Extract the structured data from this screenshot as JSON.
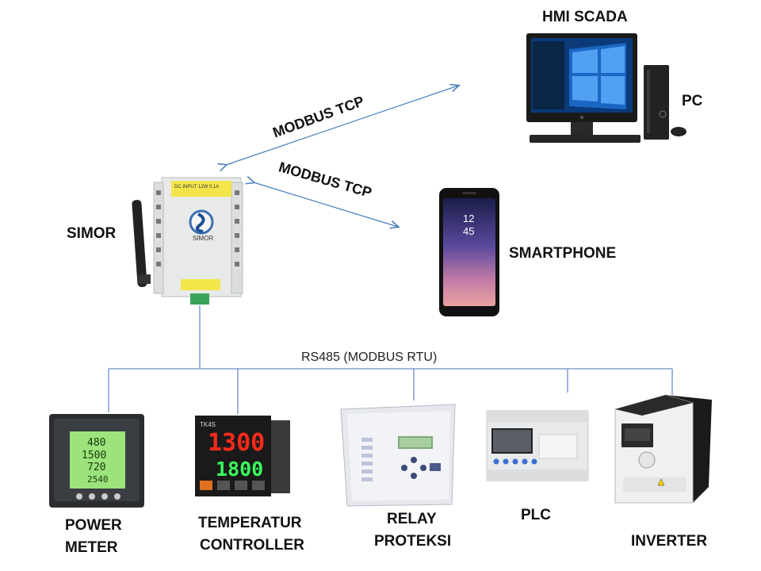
{
  "labels": {
    "hmi_scada": "HMI SCADA",
    "pc": "PC",
    "simor": "SIMOR",
    "smartphone": "SMARTPHONE",
    "power_meter_l1": "POWER",
    "power_meter_l2": "METER",
    "temp_l1": "TEMPERATUR",
    "temp_l2": "CONTROLLER",
    "relay_l1": "RELAY",
    "relay_l2": "PROTEKSI",
    "plc": "PLC",
    "inverter": "INVERTER"
  },
  "links": {
    "pc_protocol": "MODBUS TCP",
    "phone_protocol": "MODBUS TCP",
    "bus": "RS485 (MODBUS RTU)"
  },
  "device_text": {
    "simor_header": "DC INPUT  12W 0.1A",
    "simor_logo": "SIMOR",
    "power_meter_readings": [
      "480",
      "1500",
      "720",
      "2540"
    ],
    "temp_model": "TK4S",
    "temp_pv": "1300",
    "temp_sv": "1800",
    "phone_time_h": "12",
    "phone_time_m": "45"
  },
  "colors": {
    "link": "#4a7ebb",
    "bus": "#6a8ec8",
    "lcd_green": "#9be37a",
    "led_red": "#ff2a1a",
    "led_green": "#39ff5a"
  }
}
